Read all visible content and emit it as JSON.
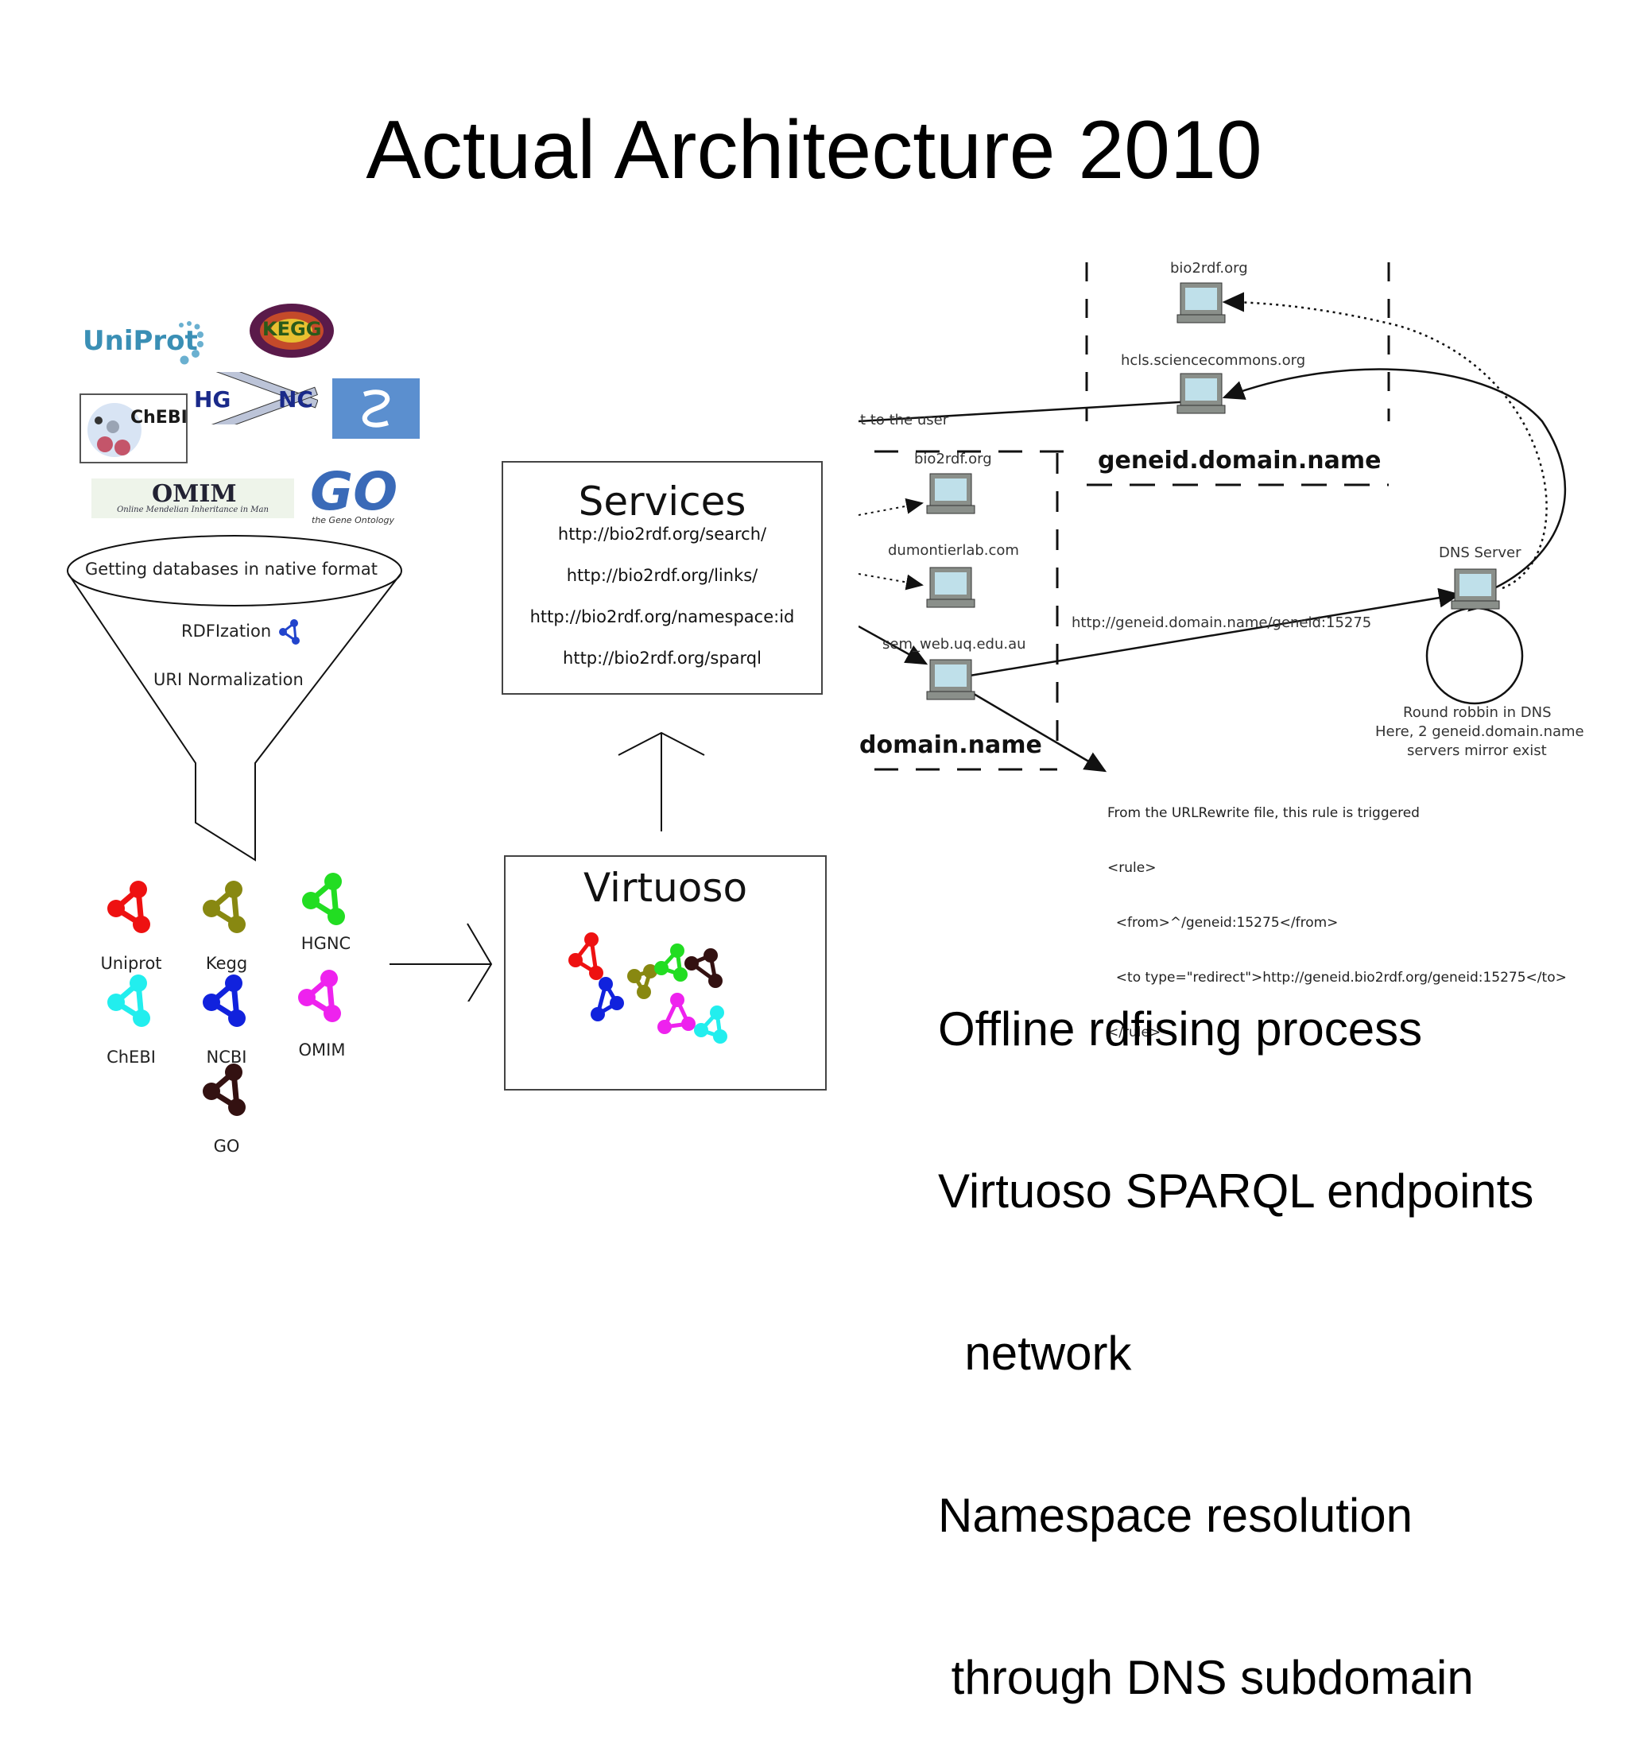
{
  "title": "Actual Architecture 2010",
  "logos": {
    "uniprot": "UniProt",
    "kegg": "KEGG",
    "chebi": "ChEBI",
    "hgnc_left": "HG",
    "hgnc_right": "NC",
    "omim": "OMIM",
    "omim_sub": "Online Mendelian Inheritance in Man",
    "go": "GO",
    "go_sub": "the Gene Ontology"
  },
  "funnel": {
    "header": "Getting databases in native format",
    "step1": "RDFIzation",
    "step2": "URI Normalization"
  },
  "datasets": [
    {
      "label": "Uniprot",
      "color": "#ee1111"
    },
    {
      "label": "Kegg",
      "color": "#888811"
    },
    {
      "label": "HGNC",
      "color": "#22dd22"
    },
    {
      "label": "ChEBI",
      "color": "#22eeee"
    },
    {
      "label": "NCBI",
      "color": "#1122dd"
    },
    {
      "label": "OMIM",
      "color": "#ee22ee"
    },
    {
      "label": "GO",
      "color": "#331111"
    }
  ],
  "services": {
    "title": "Services",
    "urls": [
      "http://bio2rdf.org/search/",
      "http://bio2rdf.org/links/",
      "http://bio2rdf.org/namespace:id",
      "http://bio2rdf.org/sparql"
    ]
  },
  "virtuoso": {
    "title": "Virtuoso"
  },
  "network": {
    "top_server1": "bio2rdf.org",
    "top_server2": "hcls.sciencecommons.org",
    "top_domain": "geneid.domain.name",
    "left_to_user": "t to the user",
    "left_server1": "bio2rdf.org",
    "left_server2": "dumontierlab.com",
    "left_server3": "sem_web.uq.edu.au",
    "left_domain": "domain.name",
    "dns_server": "DNS Server",
    "request_url": "http://geneid.domain.name/geneid:15275",
    "round_robin": [
      "Round robbin in DNS",
      "Here, 2 geneid.domain.name",
      "servers mirror exist"
    ],
    "rewrite": [
      "From the URLRewrite file, this rule is triggered",
      "<rule>",
      "  <from>^/geneid:15275</from>",
      "  <to type=\"redirect\">http://geneid.bio2rdf.org/geneid:15275</to>",
      "</rule>"
    ]
  },
  "bullets": [
    "Offline rdfising process",
    "Virtuoso SPARQL endpoints",
    "  network",
    "Namespace resolution",
    " through DNS subdomain"
  ]
}
